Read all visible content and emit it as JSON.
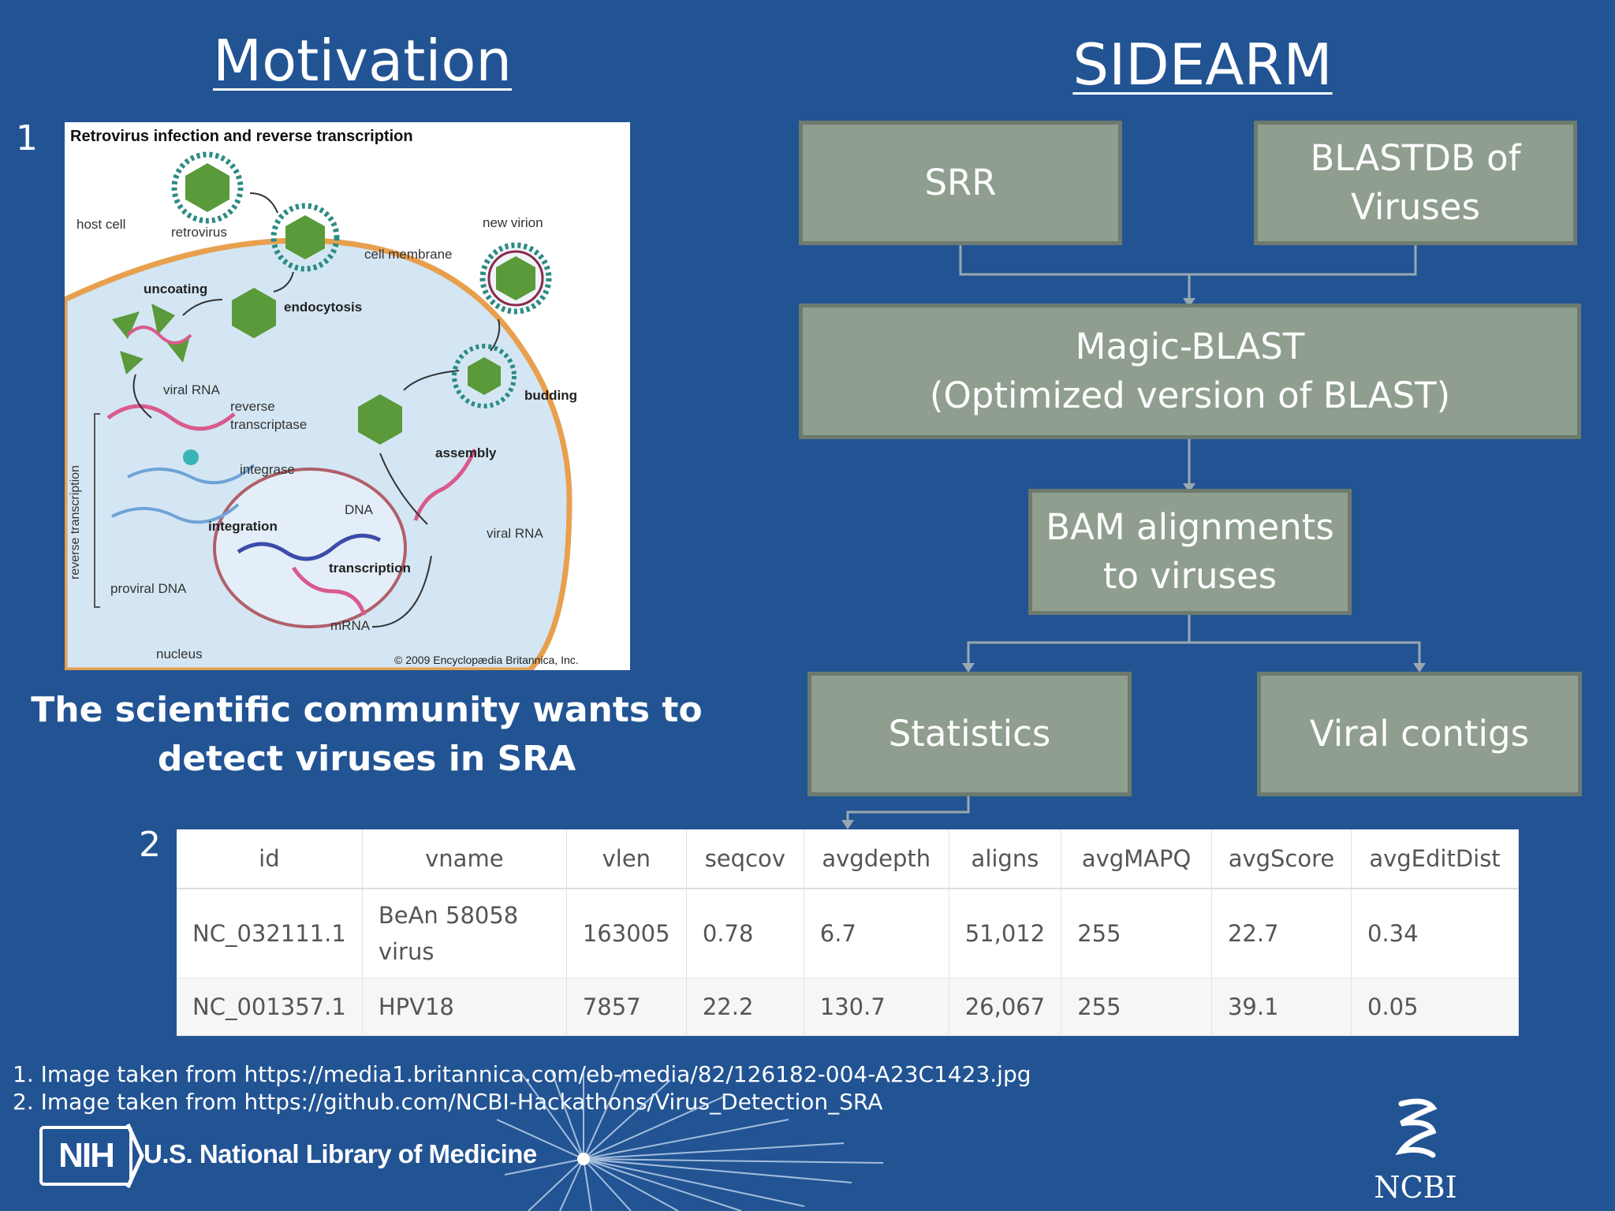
{
  "left": {
    "heading": "Motivation",
    "figure_number": "1",
    "figure": {
      "title": "Retrovirus infection and reverse transcription",
      "labels": {
        "host_cell": "host cell",
        "retrovirus": "retrovirus",
        "new_virion": "new virion",
        "cell_membrane": "cell membrane",
        "uncoating": "uncoating",
        "endocytosis": "endocytosis",
        "viral_rna_1": "viral RNA",
        "reverse_transcriptase_1": "reverse",
        "reverse_transcriptase_2": "transcriptase",
        "budding": "budding",
        "assembly": "assembly",
        "integrase": "integrase",
        "reverse_transcription": "reverse transcription",
        "dna": "DNA",
        "integration": "integration",
        "viral_rna_2": "viral RNA",
        "transcription": "transcription",
        "proviral_dna": "proviral DNA",
        "mrna": "mRNA",
        "nucleus": "nucleus",
        "copyright": "© 2009 Encyclopædia Britannica, Inc."
      }
    },
    "tagline": "The scientific community wants to detect viruses in SRA"
  },
  "right": {
    "heading": "SIDEARM",
    "flow": {
      "srr": "SRR",
      "blastdb_line1": "BLASTDB of",
      "blastdb_line2": "Viruses",
      "magic_line1": "Magic-BLAST",
      "magic_line2": "(Optimized version of BLAST)",
      "bam_line1": "BAM alignments",
      "bam_line2": "to viruses",
      "statistics": "Statistics",
      "contigs": "Viral contigs"
    }
  },
  "table": {
    "figure_number": "2",
    "headers": [
      "id",
      "vname",
      "vlen",
      "seqcov",
      "avgdepth",
      "aligns",
      "avgMAPQ",
      "avgScore",
      "avgEditDist"
    ],
    "rows": [
      [
        "NC_032111.1",
        "BeAn 58058 virus",
        "163005",
        "0.78",
        "6.7",
        "51,012",
        "255",
        "22.7",
        "0.34"
      ],
      [
        "NC_001357.1",
        "HPV18",
        "7857",
        "22.2",
        "130.7",
        "26,067",
        "255",
        "39.1",
        "0.05"
      ]
    ]
  },
  "footnotes": [
    "1. Image taken from https://media1.britannica.com/eb-media/82/126182-004-A23C1423.jpg",
    "2. Image taken from https://github.com/NCBI-Hackathons/Virus_Detection_SRA"
  ],
  "footer": {
    "nih_badge": "NIH",
    "nlm": "U.S. National Library of Medicine",
    "ncbi": "NCBI"
  },
  "colors": {
    "background": "#225494",
    "box_fill": "#8f9e8e",
    "box_border": "#6d7a6e"
  }
}
